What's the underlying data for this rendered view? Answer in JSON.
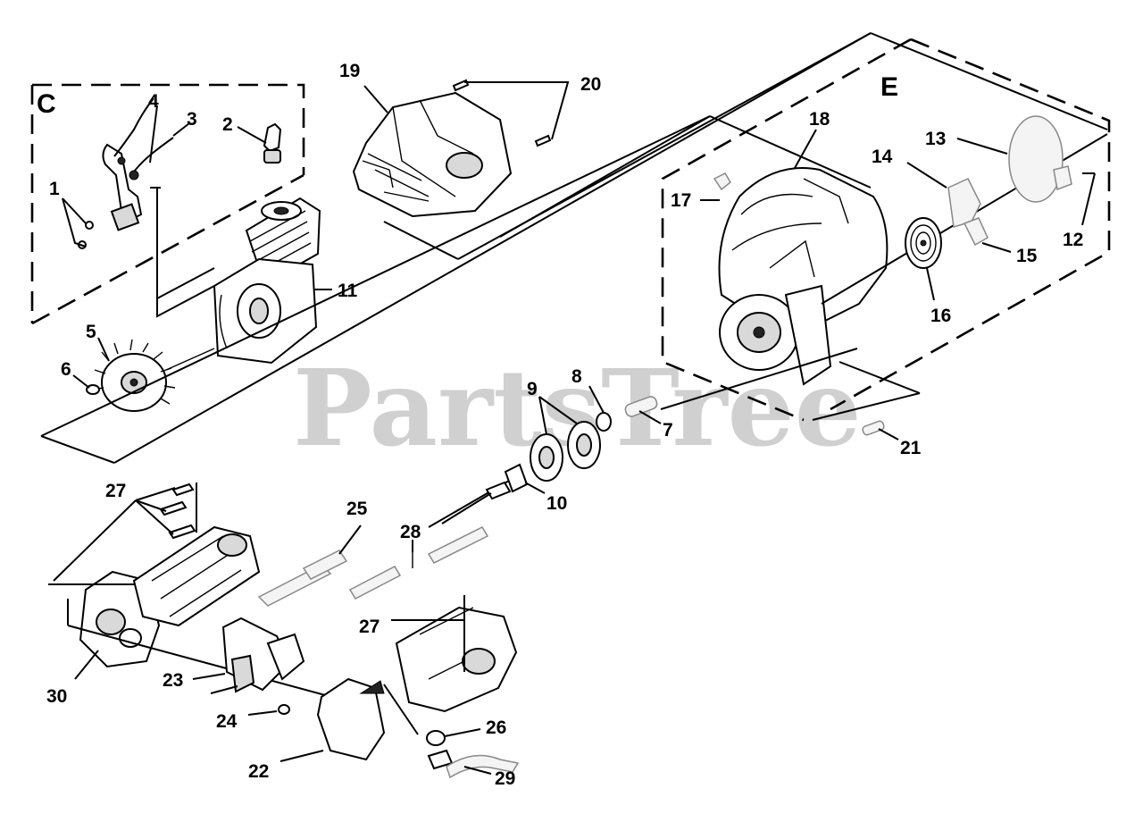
{
  "watermark": "PartsTree",
  "sections": {
    "c": "C",
    "e": "E"
  },
  "callouts": {
    "p1": "1",
    "p2": "2",
    "p3": "3",
    "p4": "4",
    "p5": "5",
    "p6": "6",
    "p7": "7",
    "p8": "8",
    "p9": "9",
    "p10": "10",
    "p11": "11",
    "p12": "12",
    "p13": "13",
    "p14": "14",
    "p15": "15",
    "p16": "16",
    "p17": "17",
    "p18": "18",
    "p19": "19",
    "p20": "20",
    "p21": "21",
    "p22": "22",
    "p23": "23",
    "p24": "24",
    "p25": "25",
    "p26": "26",
    "p27a": "27",
    "p27b": "27",
    "p28": "28",
    "p29": "29",
    "p30": "30"
  }
}
